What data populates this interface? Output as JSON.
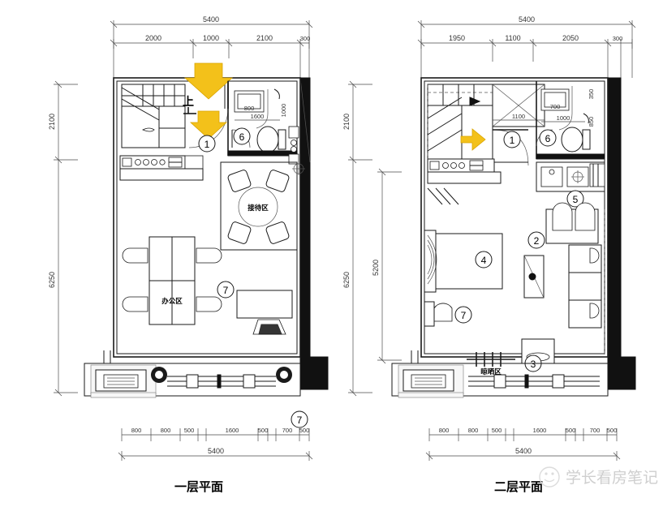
{
  "document": {
    "type": "architectural-floor-plan",
    "watermark": "学长看房笔记"
  },
  "plans": [
    {
      "id": "first-floor",
      "title": "一层平面",
      "overall_width": "5400",
      "overall_height": "6250",
      "top_dimensions": [
        "2000",
        "1000",
        "2100",
        "300"
      ],
      "bottom_dimensions": [
        "800",
        "800",
        "500",
        "1600",
        "500",
        "700",
        "500"
      ],
      "left_dimensions": [
        "2100",
        "6250"
      ],
      "rooms": [
        {
          "label": "接待区"
        },
        {
          "label": "办公区"
        }
      ],
      "stair_label": "上",
      "markers": [
        "1",
        "6",
        "7",
        "7"
      ],
      "interior_dimensions": [
        "800",
        "1000",
        "1600"
      ]
    },
    {
      "id": "second-floor",
      "title": "二层平面",
      "overall_width": "5400",
      "overall_height": "6250",
      "inner_height": "5200",
      "top_dimensions": [
        "1950",
        "1100",
        "2050",
        "300"
      ],
      "bottom_dimensions": [
        "800",
        "800",
        "500",
        "1600",
        "500",
        "700",
        "500"
      ],
      "left_dimensions": [
        "2100",
        "6250"
      ],
      "rooms": [
        {
          "label": "晾晒区"
        }
      ],
      "markers": [
        "1",
        "6",
        "5",
        "4",
        "2",
        "7",
        "3"
      ],
      "interior_dimensions": [
        "1100",
        "700",
        "1000",
        "350",
        "850"
      ]
    }
  ]
}
